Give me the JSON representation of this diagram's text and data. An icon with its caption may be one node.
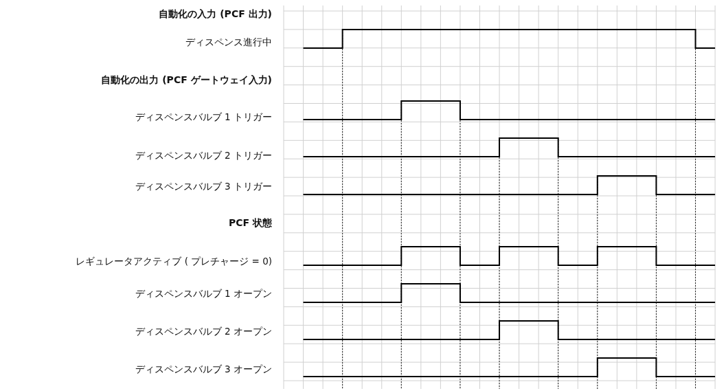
{
  "diagram": {
    "labels": [
      "自動化の入力 (PCF 出力)",
      "ディスペンス進行中",
      "自動化の出力 (PCF ゲートウェイ入力)",
      "ディスペンスバルブ 1 トリガー",
      "ディスペンスバルブ 2 トリガー",
      "ディスペンスバルブ 3 トリガー",
      "PCF 状態",
      "レギュレータアクティブ ( プレチャージ = 0)",
      "ディスペンスバルブ 1 オープン",
      "ディスペンスバルブ 2 オープン",
      "ディスペンスバルブ 3 オープン"
    ]
  }
}
